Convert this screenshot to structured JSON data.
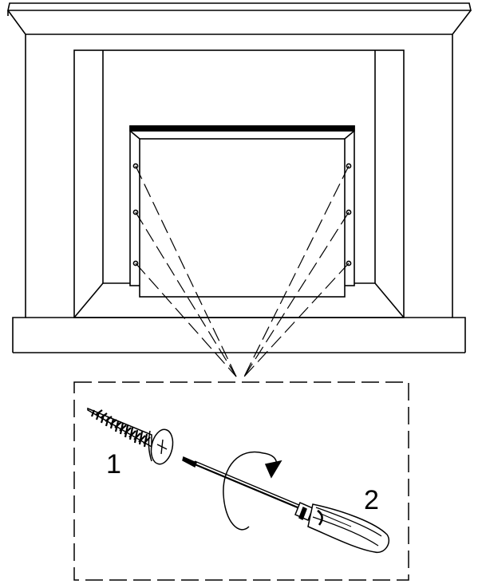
{
  "diagram": {
    "callouts": [
      {
        "id": "screw",
        "label": "1"
      },
      {
        "id": "screwdriver",
        "label": "2"
      }
    ],
    "colors": {
      "stroke": "#000000",
      "background": "#ffffff"
    },
    "icons": [
      "fireplace-mantel-icon",
      "firebox-insert-icon",
      "wood-screw-icon",
      "phillips-screwdriver-icon",
      "rotation-arrow-icon"
    ]
  }
}
